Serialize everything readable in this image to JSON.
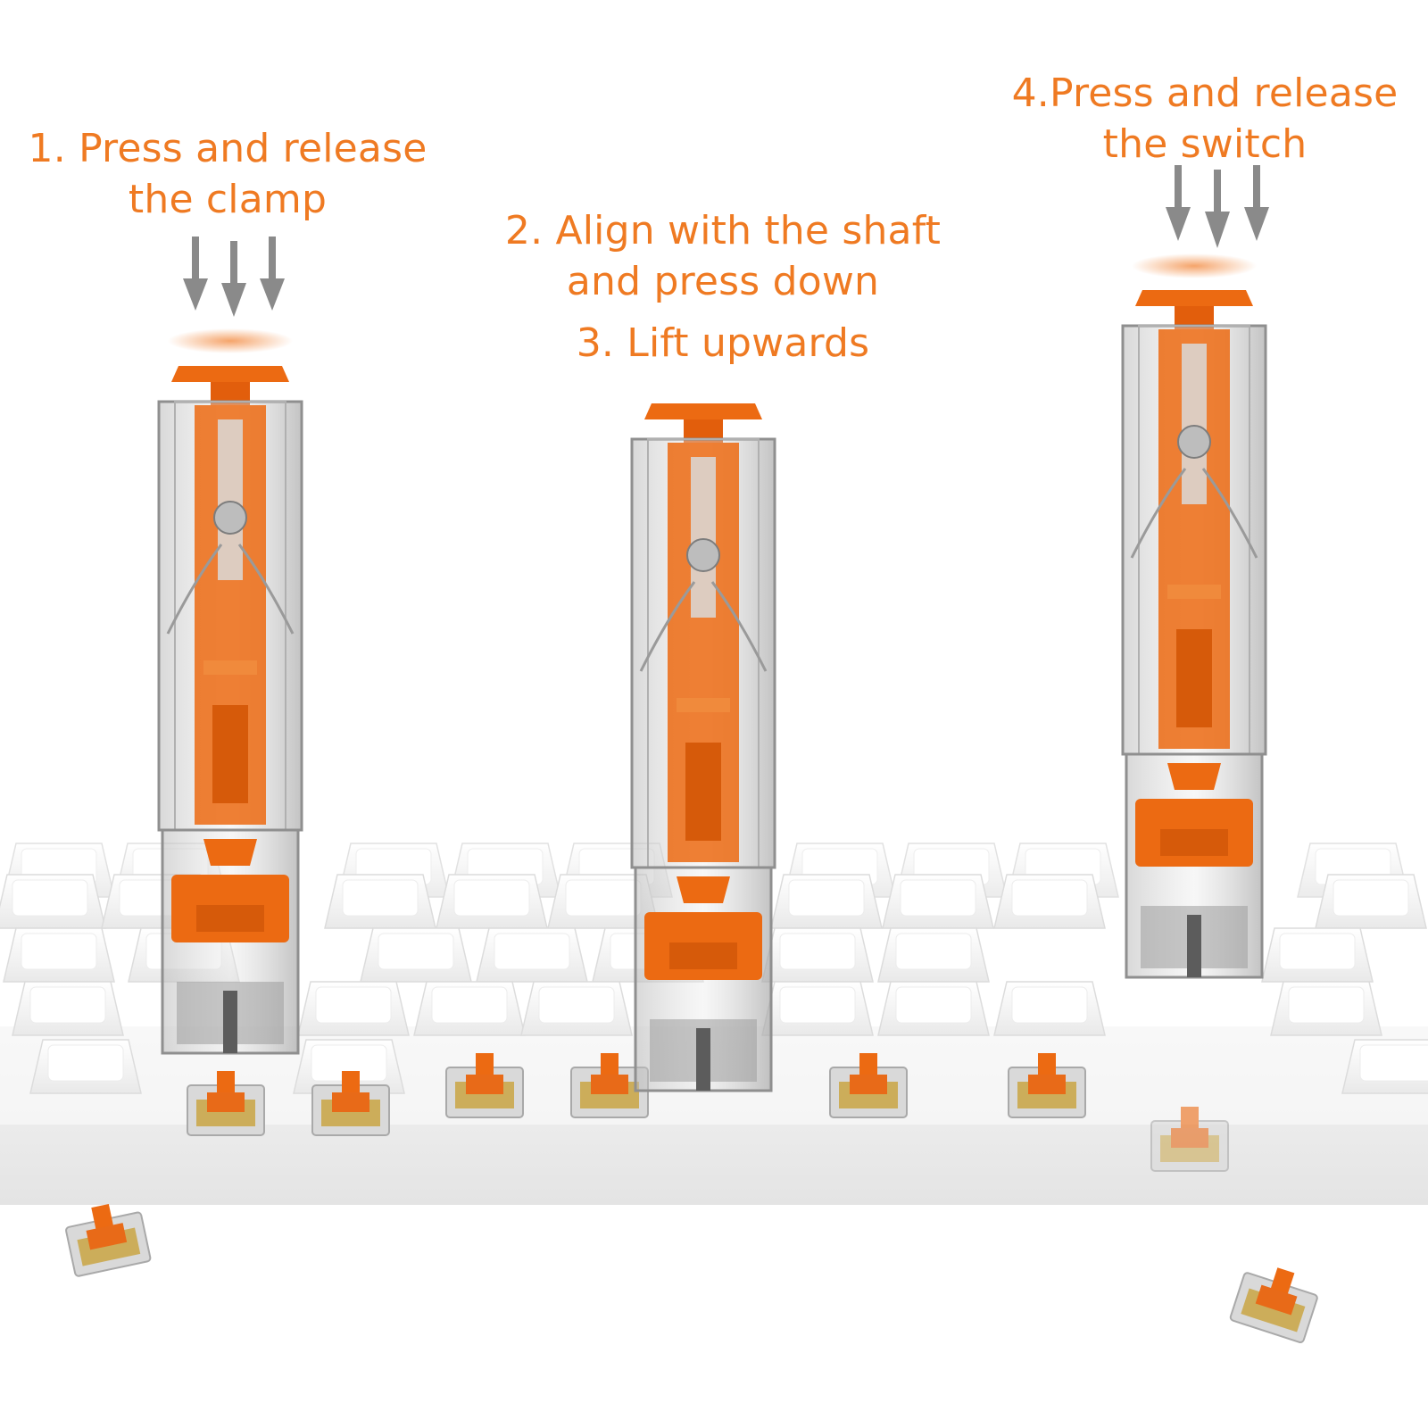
{
  "captions": {
    "step1": {
      "line1": "1. Press and release",
      "line2": "the clamp"
    },
    "step2": {
      "line1": "2. Align with the shaft",
      "line2": "and press down"
    },
    "step3": {
      "line1": "3. Lift upwards"
    },
    "step4": {
      "line1": "4.Press and release",
      "line2": "the switch"
    }
  },
  "colors": {
    "accent": "#ef7a22",
    "tool_orange": "#ec6a12",
    "arrow_gray": "#8a8a8a",
    "keycap_white": "#f7f7f7",
    "switch_housing": "#c9c9c9"
  },
  "icons": [
    "down-arrow-icon",
    "down-arrow-icon",
    "down-arrow-icon"
  ]
}
